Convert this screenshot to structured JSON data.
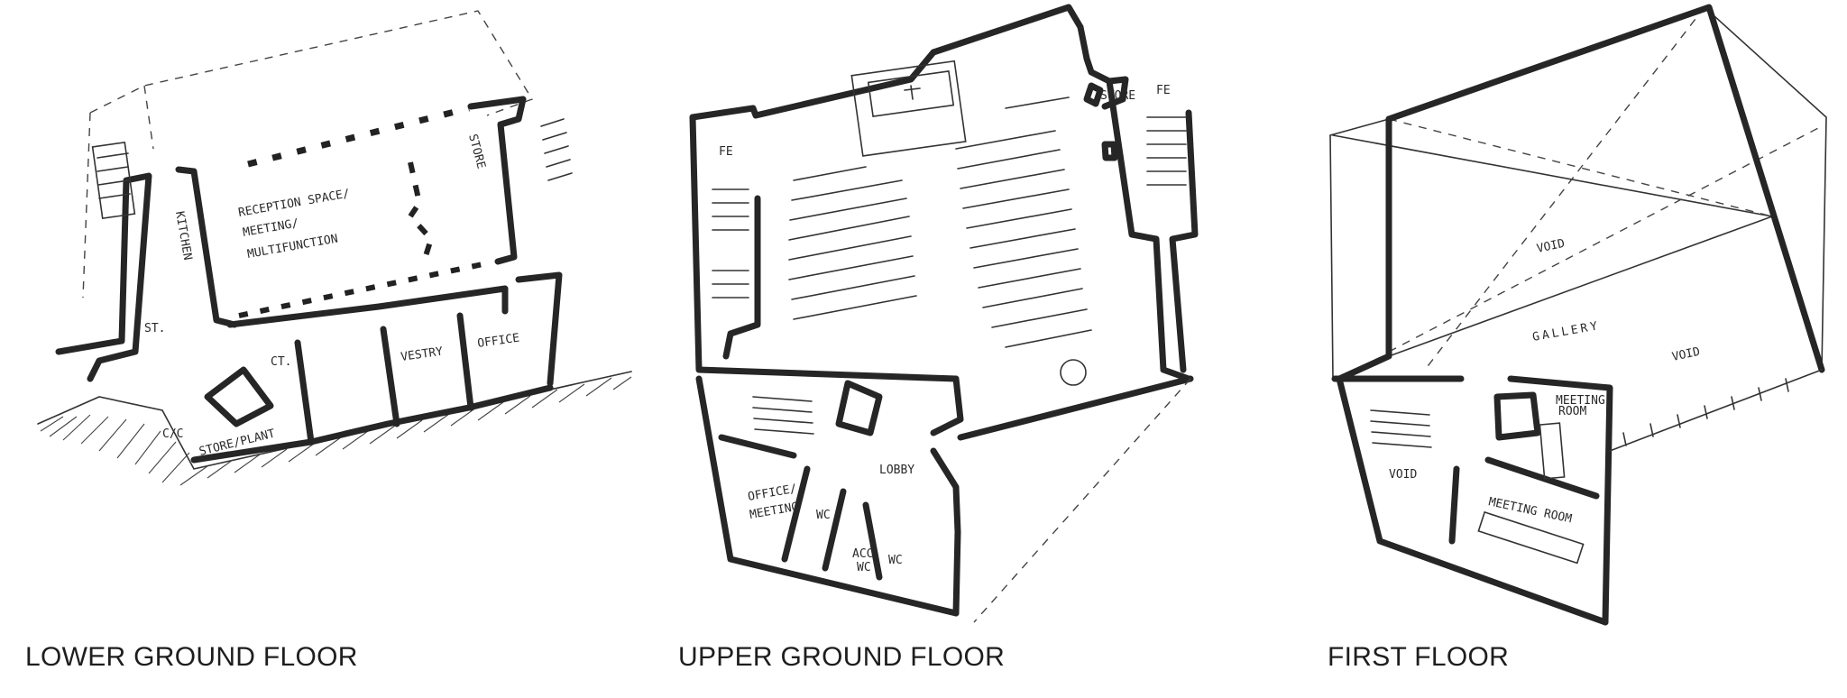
{
  "plans": [
    {
      "caption": "LOWER GROUND FLOOR",
      "rooms": {
        "reception": [
          "RECEPTION SPACE/",
          "MEETING/",
          "MULTIFUNCTION"
        ],
        "kitchen": "KITCHEN",
        "store": "STORE",
        "st": "ST.",
        "ct": "CT.",
        "vestry": "VESTRY",
        "office": "OFFICE",
        "store_plant": "STORE/PLANT",
        "cc": "C/C"
      }
    },
    {
      "caption": "UPPER GROUND FLOOR",
      "rooms": {
        "fe_left": "FE",
        "fe_right": "FE",
        "store": "STORE",
        "lobby": "LOBBY",
        "office_meeting": [
          "OFFICE/",
          "MEETING"
        ],
        "wc1": "WC",
        "acc_wc": [
          "ACC.",
          "WC"
        ],
        "wc2": "WC"
      }
    },
    {
      "caption": "FIRST FLOOR",
      "rooms": {
        "void_top": "VOID",
        "gallery": "GALLERY",
        "void_right": "VOID",
        "void_left": "VOID",
        "meeting_room_small": [
          "MEETING",
          "ROOM"
        ],
        "meeting_room": "MEETING ROOM"
      }
    }
  ]
}
